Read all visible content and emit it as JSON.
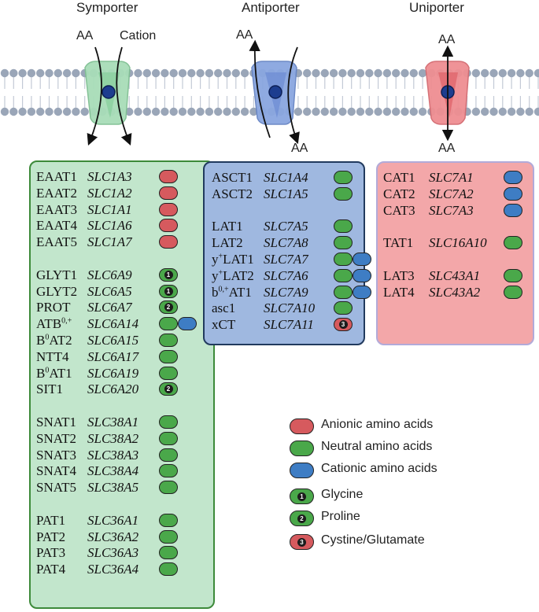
{
  "headers": {
    "symporter": "Symporter",
    "antiporter": "Antiporter",
    "uniporter": "Uniporter"
  },
  "arrow_labels": {
    "sym_aa": "AA",
    "sym_cation": "Cation",
    "anti_aa_top": "AA",
    "anti_aa_bottom": "AA",
    "uni_aa_top": "AA",
    "uni_aa_bottom": "AA"
  },
  "colors": {
    "anionic": "#d65a5e",
    "neutral": "#4aa84a",
    "cationic": "#3e7dc4",
    "membrane": "#9aa6b8",
    "symporter_protein": "#a8ddb8",
    "antiporter_protein": "#8aa6e0",
    "uniporter_protein": "#ef8e92",
    "substrate": "#1d3d8f"
  },
  "symporter_groups": [
    {
      "rows": [
        {
          "name": "EAAT1",
          "gene": "SLC1A3",
          "pills": [
            {
              "type": "anionic"
            }
          ]
        },
        {
          "name": "EAAT2",
          "gene": "SLC1A2",
          "pills": [
            {
              "type": "anionic"
            }
          ]
        },
        {
          "name": "EAAT3",
          "gene": "SLC1A1",
          "pills": [
            {
              "type": "anionic"
            }
          ]
        },
        {
          "name": "EAAT4",
          "gene": "SLC1A6",
          "pills": [
            {
              "type": "anionic"
            }
          ]
        },
        {
          "name": "EAAT5",
          "gene": "SLC1A7",
          "pills": [
            {
              "type": "anionic"
            }
          ]
        }
      ]
    },
    {
      "rows": [
        {
          "name": "GLYT1",
          "gene": "SLC6A9",
          "pills": [
            {
              "type": "neutral",
              "num": "1"
            }
          ]
        },
        {
          "name": "GLYT2",
          "gene": "SLC6A5",
          "pills": [
            {
              "type": "neutral",
              "num": "1"
            }
          ]
        },
        {
          "name": "PROT",
          "gene": "SLC6A7",
          "pills": [
            {
              "type": "neutral",
              "num": "2"
            }
          ]
        },
        {
          "name": "ATB",
          "sup": "0,+",
          "gene": "SLC6A14",
          "pills": [
            {
              "type": "neutral"
            },
            {
              "type": "cationic"
            }
          ]
        },
        {
          "name": "B",
          "sup": "0",
          "name2": "AT2",
          "gene": "SLC6A15",
          "pills": [
            {
              "type": "neutral"
            }
          ]
        },
        {
          "name": "NTT4",
          "gene": "SLC6A17",
          "pills": [
            {
              "type": "neutral"
            }
          ]
        },
        {
          "name": "B",
          "sup": "0",
          "name2": "AT1",
          "gene": "SLC6A19",
          "pills": [
            {
              "type": "neutral"
            }
          ]
        },
        {
          "name": "SIT1",
          "gene": "SLC6A20",
          "pills": [
            {
              "type": "neutral",
              "num": "2"
            }
          ]
        }
      ]
    },
    {
      "rows": [
        {
          "name": "SNAT1",
          "gene": "SLC38A1",
          "pills": [
            {
              "type": "neutral"
            }
          ]
        },
        {
          "name": "SNAT2",
          "gene": "SLC38A2",
          "pills": [
            {
              "type": "neutral"
            }
          ]
        },
        {
          "name": "SNAT3",
          "gene": "SLC38A3",
          "pills": [
            {
              "type": "neutral"
            }
          ]
        },
        {
          "name": "SNAT4",
          "gene": "SLC38A4",
          "pills": [
            {
              "type": "neutral"
            }
          ]
        },
        {
          "name": "SNAT5",
          "gene": "SLC38A5",
          "pills": [
            {
              "type": "neutral"
            }
          ]
        }
      ]
    },
    {
      "rows": [
        {
          "name": "PAT1",
          "gene": "SLC36A1",
          "pills": [
            {
              "type": "neutral"
            }
          ]
        },
        {
          "name": "PAT2",
          "gene": "SLC36A2",
          "pills": [
            {
              "type": "neutral"
            }
          ]
        },
        {
          "name": "PAT3",
          "gene": "SLC36A3",
          "pills": [
            {
              "type": "neutral"
            }
          ]
        },
        {
          "name": "PAT4",
          "gene": "SLC36A4",
          "pills": [
            {
              "type": "neutral"
            }
          ]
        }
      ]
    }
  ],
  "antiporter_groups": [
    {
      "rows": [
        {
          "name": "ASCT1",
          "gene": "SLC1A4",
          "pills": [
            {
              "type": "neutral"
            }
          ]
        },
        {
          "name": "ASCT2",
          "gene": "SLC1A5",
          "pills": [
            {
              "type": "neutral"
            }
          ]
        }
      ]
    },
    {
      "rows": [
        {
          "name": "LAT1",
          "gene": "SLC7A5",
          "pills": [
            {
              "type": "neutral"
            }
          ]
        },
        {
          "name": "LAT2",
          "gene": "SLC7A8",
          "pills": [
            {
              "type": "neutral"
            }
          ]
        },
        {
          "name": "y",
          "sup": "+",
          "name2": "LAT1",
          "gene": "SLC7A7",
          "pills": [
            {
              "type": "neutral"
            },
            {
              "type": "cationic"
            }
          ]
        },
        {
          "name": "y",
          "sup": "+",
          "name2": "LAT2",
          "gene": "SLC7A6",
          "pills": [
            {
              "type": "neutral"
            },
            {
              "type": "cationic"
            }
          ]
        },
        {
          "name": "b",
          "sup": "0,+",
          "name2": "AT1",
          "gene": "SLC7A9",
          "pills": [
            {
              "type": "neutral"
            },
            {
              "type": "cationic"
            }
          ]
        },
        {
          "name": "asc1",
          "gene": "SLC7A10",
          "pills": [
            {
              "type": "neutral"
            }
          ]
        },
        {
          "name": "xCT",
          "gene": "SLC7A11",
          "pills": [
            {
              "type": "anionic",
              "num": "3"
            }
          ]
        }
      ]
    }
  ],
  "uniporter_groups": [
    {
      "rows": [
        {
          "name": "CAT1",
          "gene": "SLC7A1",
          "pills": [
            {
              "type": "cationic"
            }
          ]
        },
        {
          "name": "CAT2",
          "gene": "SLC7A2",
          "pills": [
            {
              "type": "cationic"
            }
          ]
        },
        {
          "name": "CAT3",
          "gene": "SLC7A3",
          "pills": [
            {
              "type": "cationic"
            }
          ]
        }
      ]
    },
    {
      "rows": [
        {
          "name": "TAT1",
          "gene": "SLC16A10",
          "pills": [
            {
              "type": "neutral"
            }
          ]
        }
      ]
    },
    {
      "rows": [
        {
          "name": "LAT3",
          "gene": "SLC43A1",
          "pills": [
            {
              "type": "neutral"
            }
          ]
        },
        {
          "name": "LAT4",
          "gene": "SLC43A2",
          "pills": [
            {
              "type": "neutral"
            }
          ]
        }
      ]
    }
  ],
  "legend": [
    {
      "type": "anionic",
      "label": "Anionic amino acids"
    },
    {
      "type": "neutral",
      "label": "Neutral amino acids"
    },
    {
      "type": "cationic",
      "label": "Cationic amino acids"
    },
    {
      "type": "neutral",
      "num": "1",
      "label": "Glycine"
    },
    {
      "type": "neutral",
      "num": "2",
      "label": "Proline"
    },
    {
      "type": "anionic",
      "num": "3",
      "label": "Cystine/Glutamate"
    }
  ]
}
